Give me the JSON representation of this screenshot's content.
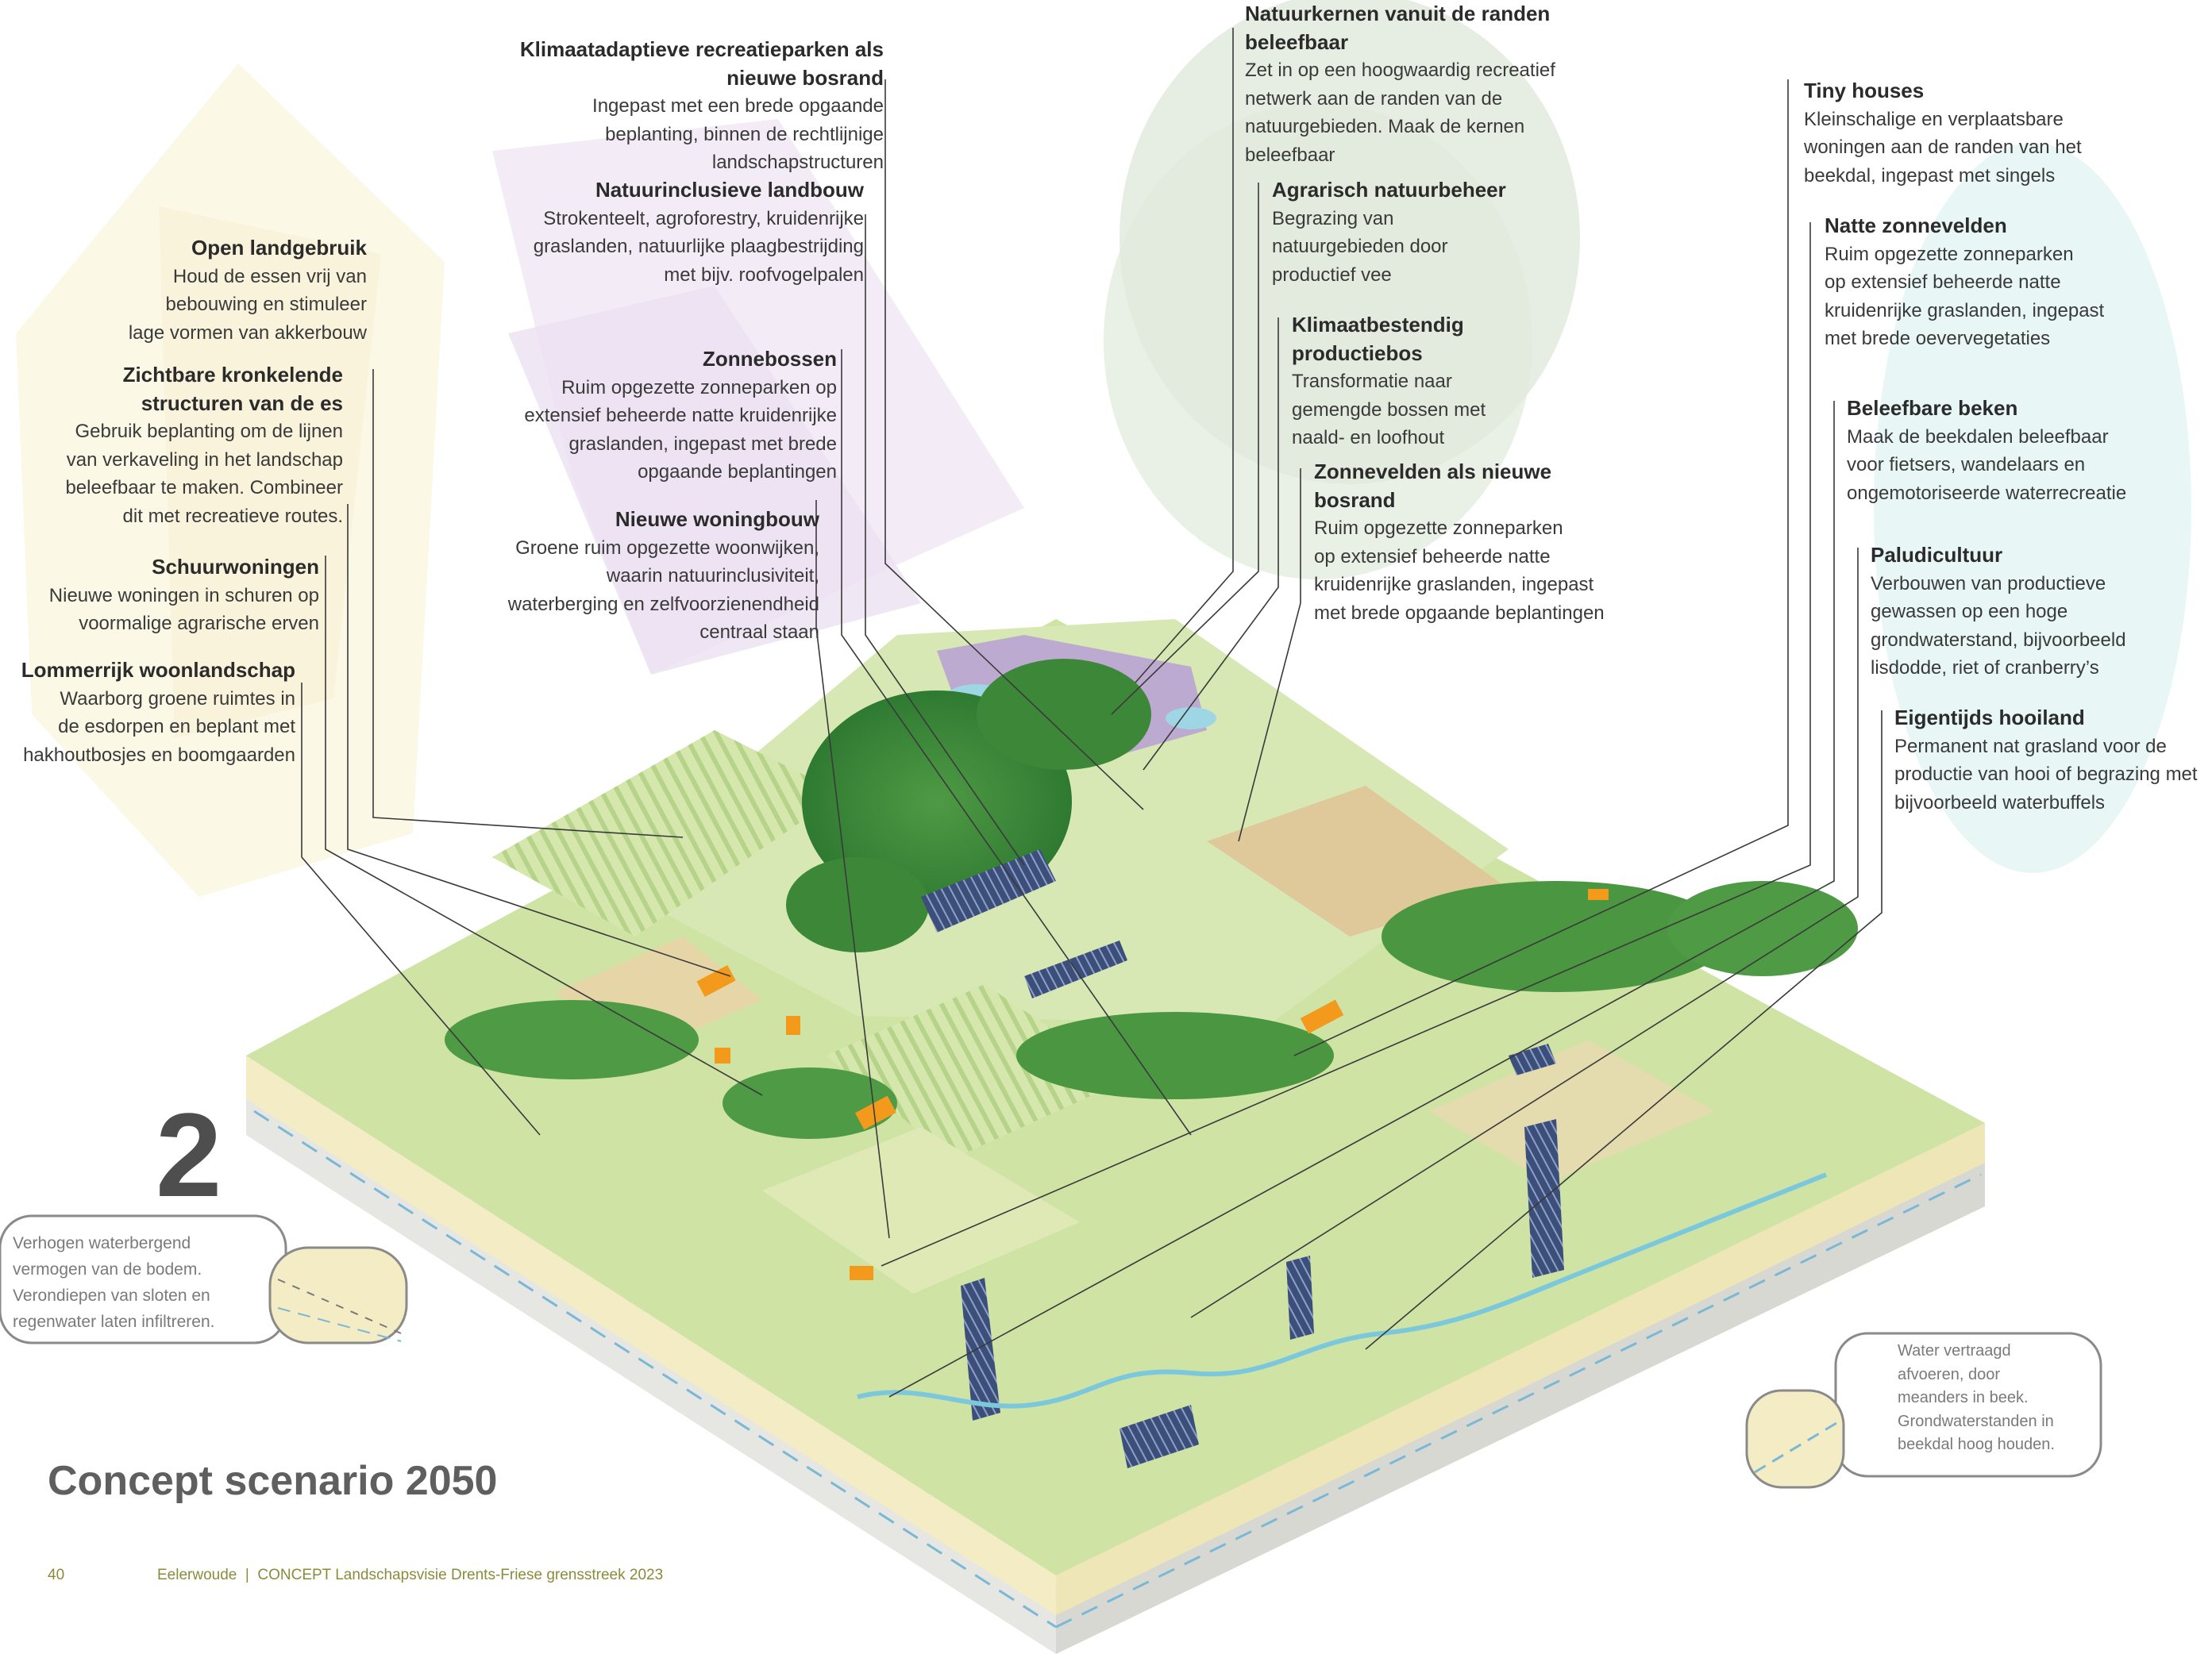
{
  "colors": {
    "text_dark": "#2e2e2e",
    "number_gray": "#4e4e4e",
    "footer_olive": "#8b8b3b",
    "field_green": "#cfe3a5",
    "forest_green": "#3f8a3a",
    "soil_beige": "#f3ecc4",
    "water_blue": "#9fd6e6",
    "heath_purple": "#b6a5cc",
    "solar_blue": "#3b4f7a",
    "building_orange": "#f39a1c"
  },
  "callouts": {
    "open_landgebruik": {
      "title": "Open landgebruik",
      "body": [
        "Houd de essen vrij van",
        "bebouwing en stimuleer",
        "lage vormen van akkerbouw"
      ]
    },
    "kronkelende_structuren": {
      "title": [
        "Zichtbare kronkelende",
        "structuren van de es"
      ],
      "body": [
        "Gebruik beplanting om de lijnen",
        "van verkaveling in het landschap",
        "beleefbaar te maken. Combineer",
        "dit met recreatieve routes."
      ]
    },
    "schuurwoningen": {
      "title": "Schuurwoningen",
      "body": [
        "Nieuwe woningen in schuren op",
        "voormalige agrarische erven"
      ]
    },
    "woonlandschap": {
      "title": "Lommerrijk woonlandschap",
      "body": [
        "Waarborg groene ruimtes in",
        "de esdorpen en beplant met",
        "hakhoutbosjes en boomgaarden"
      ]
    },
    "recreatieparken": {
      "title": [
        "Klimaatadaptieve recreatieparken als",
        "nieuwe bosrand"
      ],
      "body": [
        "Ingepast met een brede opgaande",
        "beplanting, binnen de rechtlijnige",
        "landschapstructuren"
      ]
    },
    "landbouw": {
      "title": "Natuurinclusieve landbouw",
      "body": [
        "Strokenteelt, agroforestry, kruidenrijke",
        "graslanden, natuurlijke plaagbestrijding",
        "met bijv. roofvogelpalen"
      ]
    },
    "zonnebossen": {
      "title": "Zonnebossen",
      "body": [
        "Ruim opgezette zonneparken op",
        "extensief beheerde natte kruidenrijke",
        "graslanden, ingepast met brede",
        "opgaande beplantingen"
      ]
    },
    "woningbouw": {
      "title": "Nieuwe woningbouw",
      "body": [
        "Groene ruim opgezette woonwijken,",
        "waarin natuurinclusiviteit,",
        "waterberging en zelfvoorzienendheid",
        "centraal staan"
      ]
    },
    "natuurkernen": {
      "title": [
        "Natuurkernen vanuit de randen",
        "beleefbaar"
      ],
      "body": [
        "Zet in op een hoogwaardig recreatief",
        "netwerk aan de randen van de",
        "natuurgebieden. Maak de kernen",
        "beleefbaar"
      ]
    },
    "natuurbeheer": {
      "title": "Agrarisch natuurbeheer",
      "body": [
        "Begrazing van",
        "natuurgebieden door",
        "productief vee"
      ]
    },
    "productiebos": {
      "title": [
        "Klimaatbestendig",
        "productiebos"
      ],
      "body": [
        "Transformatie naar",
        "gemengde bossen met",
        "naald- en loofhout"
      ]
    },
    "zonnevelden_bosrand": {
      "title": [
        "Zonnevelden als nieuwe",
        "bosrand"
      ],
      "body": [
        "Ruim opgezette zonneparken",
        "op extensief beheerde natte",
        "kruidenrijke graslanden, ingepast",
        "met brede opgaande beplantingen"
      ]
    },
    "tiny_houses": {
      "title": "Tiny houses",
      "body": [
        "Kleinschalige en verplaatsbare",
        "woningen aan de randen van het",
        "beekdal, ingepast met singels"
      ]
    },
    "natte_zonnevelden": {
      "title": "Natte zonnevelden",
      "body": [
        "Ruim opgezette zonneparken",
        "op extensief beheerde natte",
        "kruidenrijke graslanden, ingepast",
        "met brede oevervegetaties"
      ]
    },
    "beken": {
      "title": "Beleefbare beken",
      "body": [
        "Maak de beekdalen beleefbaar",
        "voor fietsers, wandelaars en",
        "ongemotoriseerde waterrecreatie"
      ]
    },
    "paludicultuur": {
      "title": "Paludicultuur",
      "body": [
        "Verbouwen van productieve",
        "gewassen op een hoge",
        "grondwaterstand, bijvoorbeeld",
        "lisdodde, riet of cranberry’s"
      ]
    },
    "hooiland": {
      "title": "Eigentijds hooiland",
      "body": [
        "Permanent nat grasland voor de",
        "productie van hooi of begrazing met",
        "bijvoorbeeld waterbuffels"
      ]
    }
  },
  "scenario_number": "2",
  "page_title": "Concept scenario 2050",
  "notes": {
    "left": [
      "Verhogen waterbergend",
      "vermogen van de bodem.",
      "Verondiepen van sloten en",
      "regenwater laten infiltreren."
    ],
    "right": [
      "Water vertraagd",
      "afvoeren, door",
      "meanders in beek.",
      "Grondwaterstanden in",
      "beekdal hoog houden."
    ]
  },
  "footer": {
    "page_number": "40",
    "text": "Eelerwoude  |  CONCEPT Landschapsvisie Drents-Friese grensstreek 2023"
  }
}
